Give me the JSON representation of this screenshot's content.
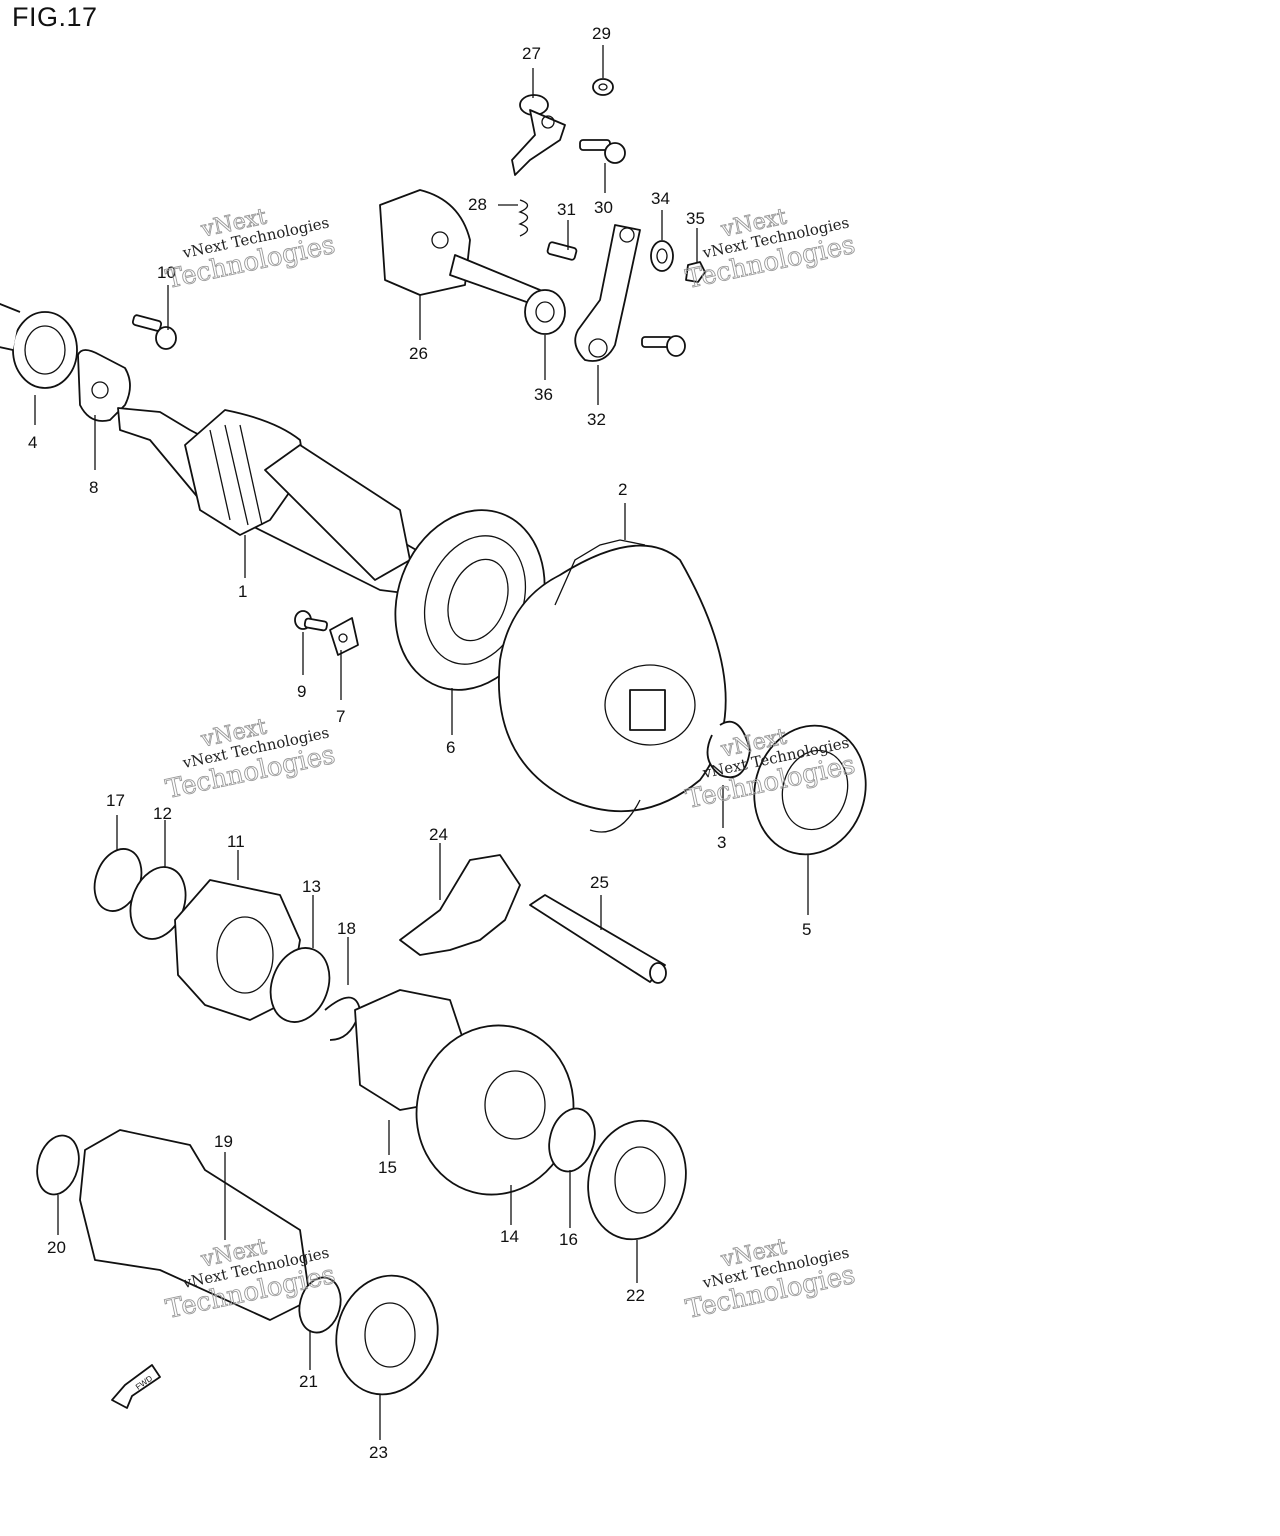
{
  "figure": {
    "title": "FIG.17"
  },
  "parts": [
    {
      "number": "1"
    },
    {
      "number": "2"
    },
    {
      "number": "3"
    },
    {
      "number": "4"
    },
    {
      "number": "5"
    },
    {
      "number": "6"
    },
    {
      "number": "7"
    },
    {
      "number": "8"
    },
    {
      "number": "9"
    },
    {
      "number": "10"
    },
    {
      "number": "11"
    },
    {
      "number": "12"
    },
    {
      "number": "13"
    },
    {
      "number": "14"
    },
    {
      "number": "15"
    },
    {
      "number": "16"
    },
    {
      "number": "17"
    },
    {
      "number": "18"
    },
    {
      "number": "19"
    },
    {
      "number": "20"
    },
    {
      "number": "21"
    },
    {
      "number": "22"
    },
    {
      "number": "23"
    },
    {
      "number": "24"
    },
    {
      "number": "25"
    },
    {
      "number": "26"
    },
    {
      "number": "27"
    },
    {
      "number": "28"
    },
    {
      "number": "29"
    },
    {
      "number": "30"
    },
    {
      "number": "31"
    },
    {
      "number": "32"
    },
    {
      "number": "34"
    },
    {
      "number": "35"
    },
    {
      "number": "36"
    }
  ],
  "watermark": {
    "line1": "vNext",
    "line2": "vNext Technologies",
    "line3": "Technologies"
  },
  "fwd_arrow": {
    "label": "FWD"
  }
}
